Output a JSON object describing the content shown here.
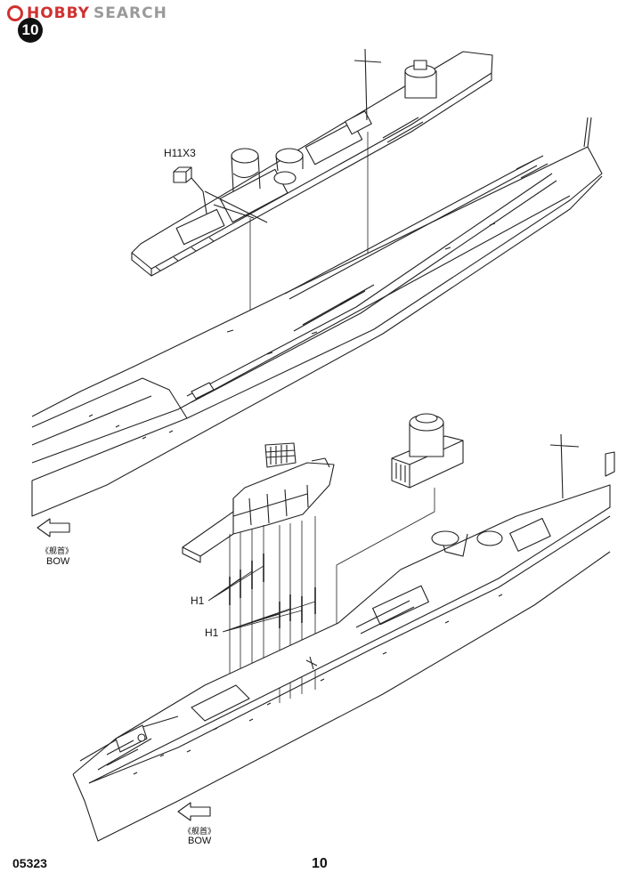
{
  "watermark": {
    "brand_red": "HOBBY",
    "brand_grey": "SEARCH"
  },
  "step": {
    "number": "10"
  },
  "callouts": {
    "top_part": "H11X3",
    "mid_part_a": "H1",
    "mid_part_b": "H1"
  },
  "bow_markers": [
    {
      "cn": "《舰首》",
      "en": "BOW"
    },
    {
      "cn": "《舰首》",
      "en": "BOW"
    }
  ],
  "footer": {
    "code": "05323",
    "page": "10"
  },
  "colors": {
    "line": "#222222",
    "badge": "#111111",
    "watermark_red": "#d03030",
    "watermark_grey": "#9a9a9a"
  }
}
